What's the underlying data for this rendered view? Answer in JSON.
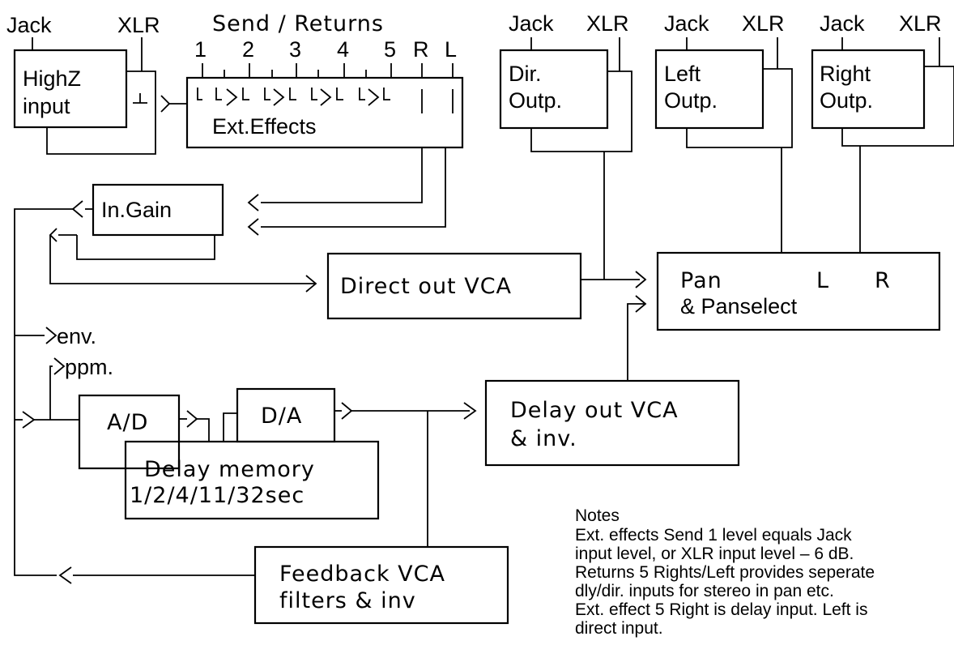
{
  "inputs": {
    "jack_label": "Jack",
    "xlr_label": "XLR",
    "highz": [
      "HighZ",
      "input"
    ]
  },
  "send_returns": {
    "title": "Send  /  Returns",
    "numbers": [
      "1",
      "2",
      "3",
      "4",
      "5",
      "R",
      "L"
    ],
    "box_label": "Ext.Effects"
  },
  "outputs": {
    "jack_label": "Jack",
    "xlr_label": "XLR",
    "dir": [
      "Dir.",
      "Outp."
    ],
    "left": [
      "Left",
      "Outp."
    ],
    "right": [
      "Right",
      "Outp."
    ]
  },
  "blocks": {
    "in_gain": "In.Gain",
    "direct_vca": "Direct  out  VCA",
    "pan": [
      "Pan",
      "L",
      "R",
      "& Panselect"
    ],
    "env": "env.",
    "ppm": "ppm.",
    "ad": "A/D",
    "da": "D/A",
    "delay_memory": [
      "Delay  memory",
      "1/2/4/11/32sec"
    ],
    "delay_vca": [
      "Delay  out  VCA",
      "&  inv."
    ],
    "feedback_vca": [
      "Feedback  VCA",
      "filters  &  inv"
    ]
  },
  "notes": {
    "title": "Notes",
    "lines": [
      "Ext. effects Send 1 level equals Jack",
      "input level, or XLR input level – 6 dB.",
      "Returns 5 Rights/Left provides seperate",
      "dly/dir. inputs for stereo in pan etc.",
      "Ext. effect 5 Right is delay input. Left is",
      "direct input."
    ]
  }
}
